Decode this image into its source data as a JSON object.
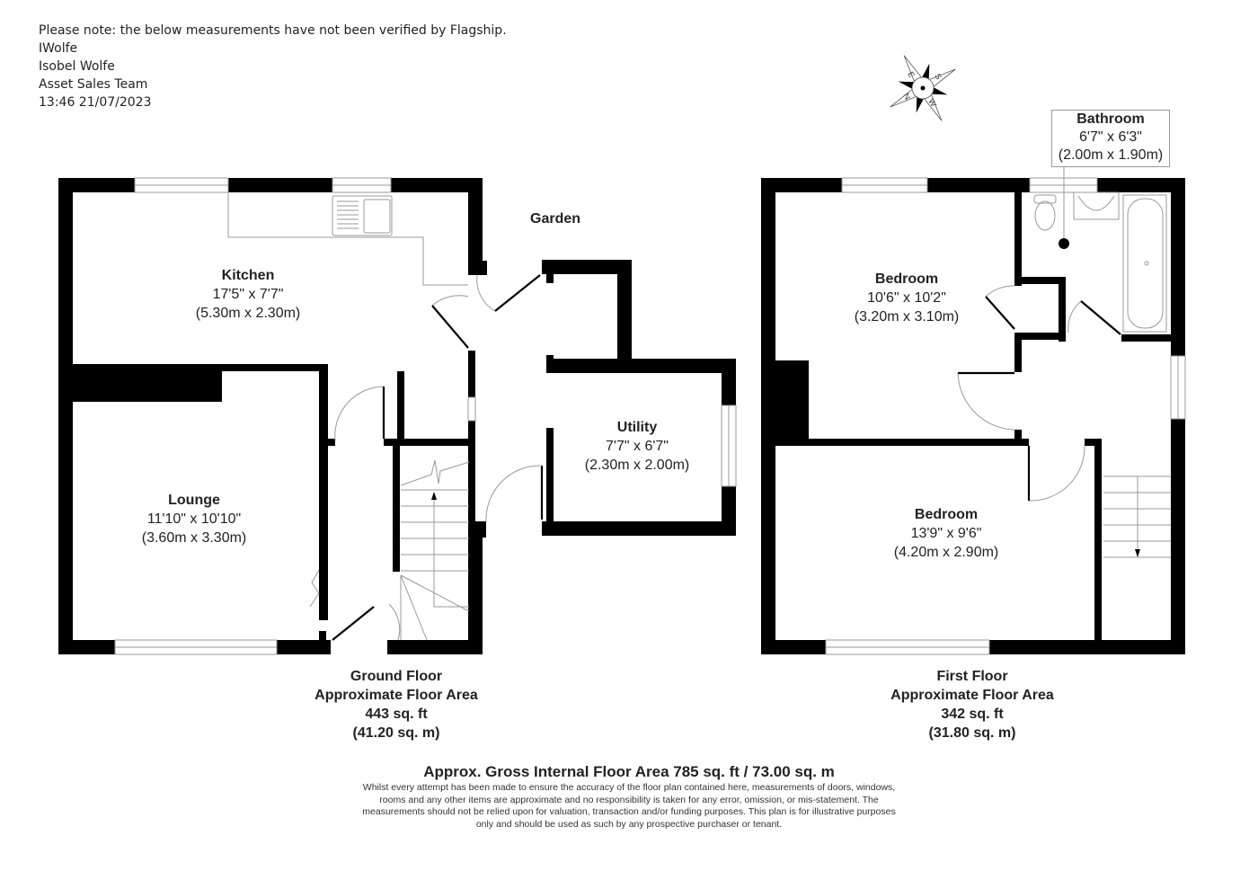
{
  "note": {
    "lines": [
      "Please note: the below measurements have not been verified by Flagship.",
      "IWolfe",
      "Isobel Wolfe",
      "Asset Sales Team",
      "13:46 21/07/2023"
    ]
  },
  "compass": {
    "icon": "compass-rose-icon",
    "letters": [
      "E",
      "S",
      "W",
      "N"
    ]
  },
  "ground_floor": {
    "rooms": [
      {
        "name": "Kitchen",
        "imperial": "17'5\" x 7'7\"",
        "metric": "(5.30m x 2.30m)"
      },
      {
        "name": "Lounge",
        "imperial": "11'10\" x 10'10\"",
        "metric": "(3.60m x 3.30m)"
      },
      {
        "name": "Utility",
        "imperial": "7'7\" x 6'7\"",
        "metric": "(2.30m x 2.00m)"
      }
    ],
    "outdoor_label": "Garden",
    "summary": {
      "title": "Ground Floor",
      "subtitle": "Approximate Floor Area",
      "sqft": "443 sq. ft",
      "sqm": "(41.20 sq. m)"
    }
  },
  "first_floor": {
    "rooms": [
      {
        "name": "Bedroom",
        "imperial": "10'6\" x 10'2\"",
        "metric": "(3.20m x 3.10m)"
      },
      {
        "name": "Bedroom",
        "imperial": "13'9\" x 9'6\"",
        "metric": "(4.20m x 2.90m)"
      },
      {
        "name": "Bathroom",
        "imperial": "6'7\" x 6'3\"",
        "metric": "(2.00m x 1.90m)"
      }
    ],
    "summary": {
      "title": "First Floor",
      "subtitle": "Approximate Floor Area",
      "sqft": "342 sq. ft",
      "sqm": "(31.80 sq. m)"
    }
  },
  "footer": {
    "gross": "Approx. Gross Internal Floor Area 785 sq. ft / 73.00 sq. m",
    "disclaimer_lines": [
      "Whilst every attempt has been made to ensure the accuracy of the floor plan contained here, measurements of doors, windows,",
      "rooms and any other items are approximate and no responsibility is taken for any error, omission, or mis-statement. The",
      "measurements should not be relied upon for valuation, transaction and/or funding purposes. This plan is for illustrative purposes",
      "only and should be used as such by any prospective purchaser or tenant."
    ]
  },
  "colors": {
    "wall": "#000000",
    "fixture_line": "#999999",
    "background": "#ffffff"
  }
}
